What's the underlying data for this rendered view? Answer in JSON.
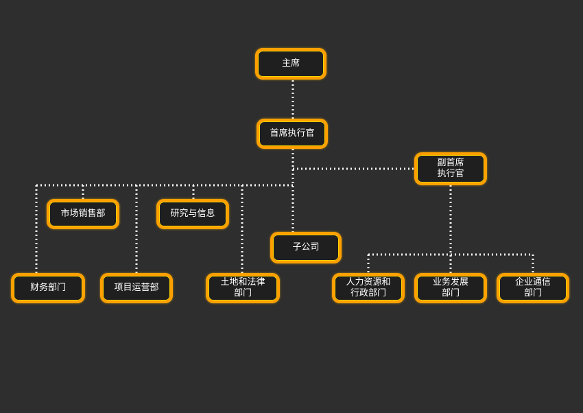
{
  "colors": {
    "background": "#2e2e2e",
    "node_fill": "#1f1f1f",
    "node_border": "#ffa000",
    "connector": "#ffffff",
    "text": "#ffffff"
  },
  "nodes": {
    "chairman": [
      "主席"
    ],
    "ceo": [
      "首席执行官"
    ],
    "vice_ceo": [
      "副首席",
      "执行官"
    ],
    "marketing": [
      "市场销售部"
    ],
    "research": [
      "研究与信息"
    ],
    "subsidiary": [
      "子公司"
    ],
    "finance": [
      "财务部门"
    ],
    "project": [
      "项目运营部"
    ],
    "land_legal": [
      "土地和法律",
      "部门"
    ],
    "hr_admin": [
      "人力资源和",
      "行政部门"
    ],
    "business_dev": [
      "业务发展",
      "部门"
    ],
    "enterprise_comm": [
      "企业通信",
      "部门"
    ]
  }
}
